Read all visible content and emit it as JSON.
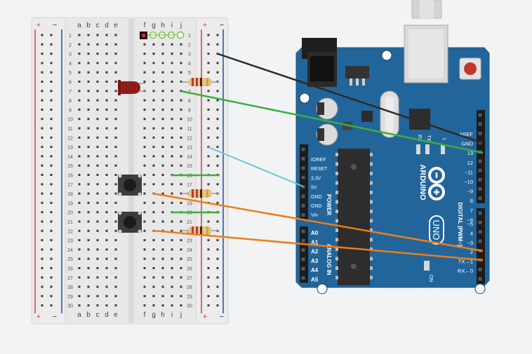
{
  "breadboard": {
    "columns_left": [
      "a",
      "b",
      "c",
      "d",
      "e"
    ],
    "columns_right": [
      "f",
      "g",
      "h",
      "i",
      "j"
    ],
    "rows": 30,
    "rail_plus": "+",
    "rail_minus": "−"
  },
  "arduino": {
    "brand": "ARDUINO",
    "model": "UNO",
    "label_digital": "DIGITAL (PWM~)",
    "label_power": "POWER",
    "label_analog": "ANALOG IN",
    "label_on": "ON",
    "label_tx": "TX",
    "label_rx": "RX",
    "label_l": "L",
    "digital_labels": [
      "AREF",
      "GND",
      "13",
      "12",
      "~11",
      "~10",
      "~9",
      "8",
      "7",
      "~6",
      "~5",
      "4",
      "~3",
      "2",
      "TX→1",
      "RX←0"
    ],
    "power_labels": [
      "IOREF",
      "RESET",
      "3.3V",
      "5V",
      "GND",
      "GND",
      "Vin"
    ],
    "analog_labels": [
      "A0",
      "A1",
      "A2",
      "A3",
      "A4",
      "A5"
    ]
  },
  "components": {
    "led": "led",
    "resistors": 3,
    "pushbuttons": 2
  },
  "colors": {
    "background": "#f1f3f5",
    "board": "#22659a",
    "breadboard": "#e7e7e7",
    "rail_red": "#d23b3b",
    "rail_blue": "#1d4fa0",
    "wire_black": "#2b2b2b",
    "wire_green": "#3cae3c",
    "wire_cyan": "#6fc6d6",
    "wire_orange": "#ee7d16",
    "led_red": "#8d1d1d"
  }
}
